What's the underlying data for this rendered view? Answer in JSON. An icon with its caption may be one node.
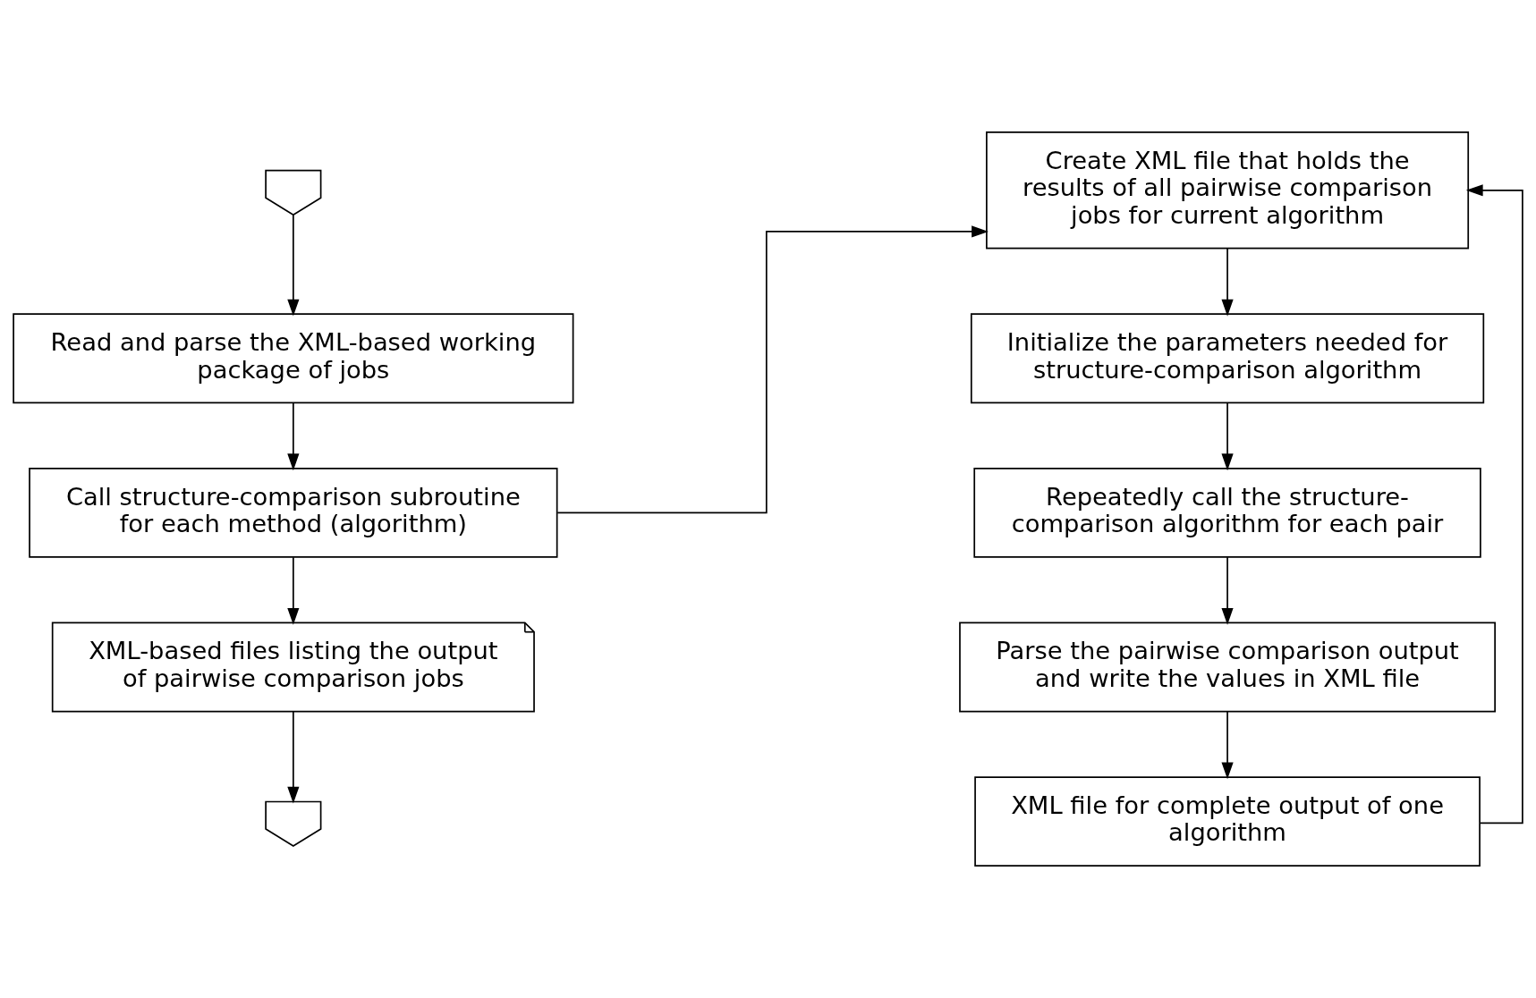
{
  "diagram": {
    "nodes": [
      {
        "text": [],
        "shape": "pentagon"
      },
      {
        "text": [
          "Read and parse the XML-based working package of jobs"
        ]
      },
      {
        "text": [
          "Call structure-comparison subroutine for each method (algorithm)"
        ]
      },
      {
        "text": [
          "XML-based files listing the output of pairwise comparison jobs"
        ]
      },
      {
        "text": [],
        "shape": "pentagon"
      },
      {
        "text": [
          "Create XML file that holds the results of all pairwise comparison jobs for current algorithm"
        ]
      },
      {
        "text": [
          "Initialize the parameters needed for structure-comparison algorithm"
        ]
      },
      {
        "text": [
          "Repeatedly call the structure-comparison algorithm for each pair"
        ]
      },
      {
        "text": [
          "Parse the pairwise comparison output and write the values in XML file"
        ]
      },
      {
        "text": [
          "XML file for complete output of one algorithm"
        ]
      }
    ],
    "edges": [
      {
        "from": 0,
        "to": 1,
        "arrow": "to"
      },
      {
        "from": 1,
        "to": 2,
        "arrow": "to"
      },
      {
        "from": 2,
        "to": 3,
        "arrow": "to"
      },
      {
        "from": 3,
        "to": 4,
        "arrow": "to"
      },
      {
        "from": 2,
        "to": 5,
        "arrow": "to"
      },
      {
        "from": 5,
        "to": 6,
        "arrow": "to"
      },
      {
        "from": 6,
        "to": 7,
        "arrow": "to"
      },
      {
        "from": 7,
        "to": 8,
        "arrow": "to"
      },
      {
        "from": 8,
        "to": 9,
        "arrow": "to"
      },
      {
        "from": 9,
        "to": 5,
        "arrow": "to"
      }
    ]
  }
}
